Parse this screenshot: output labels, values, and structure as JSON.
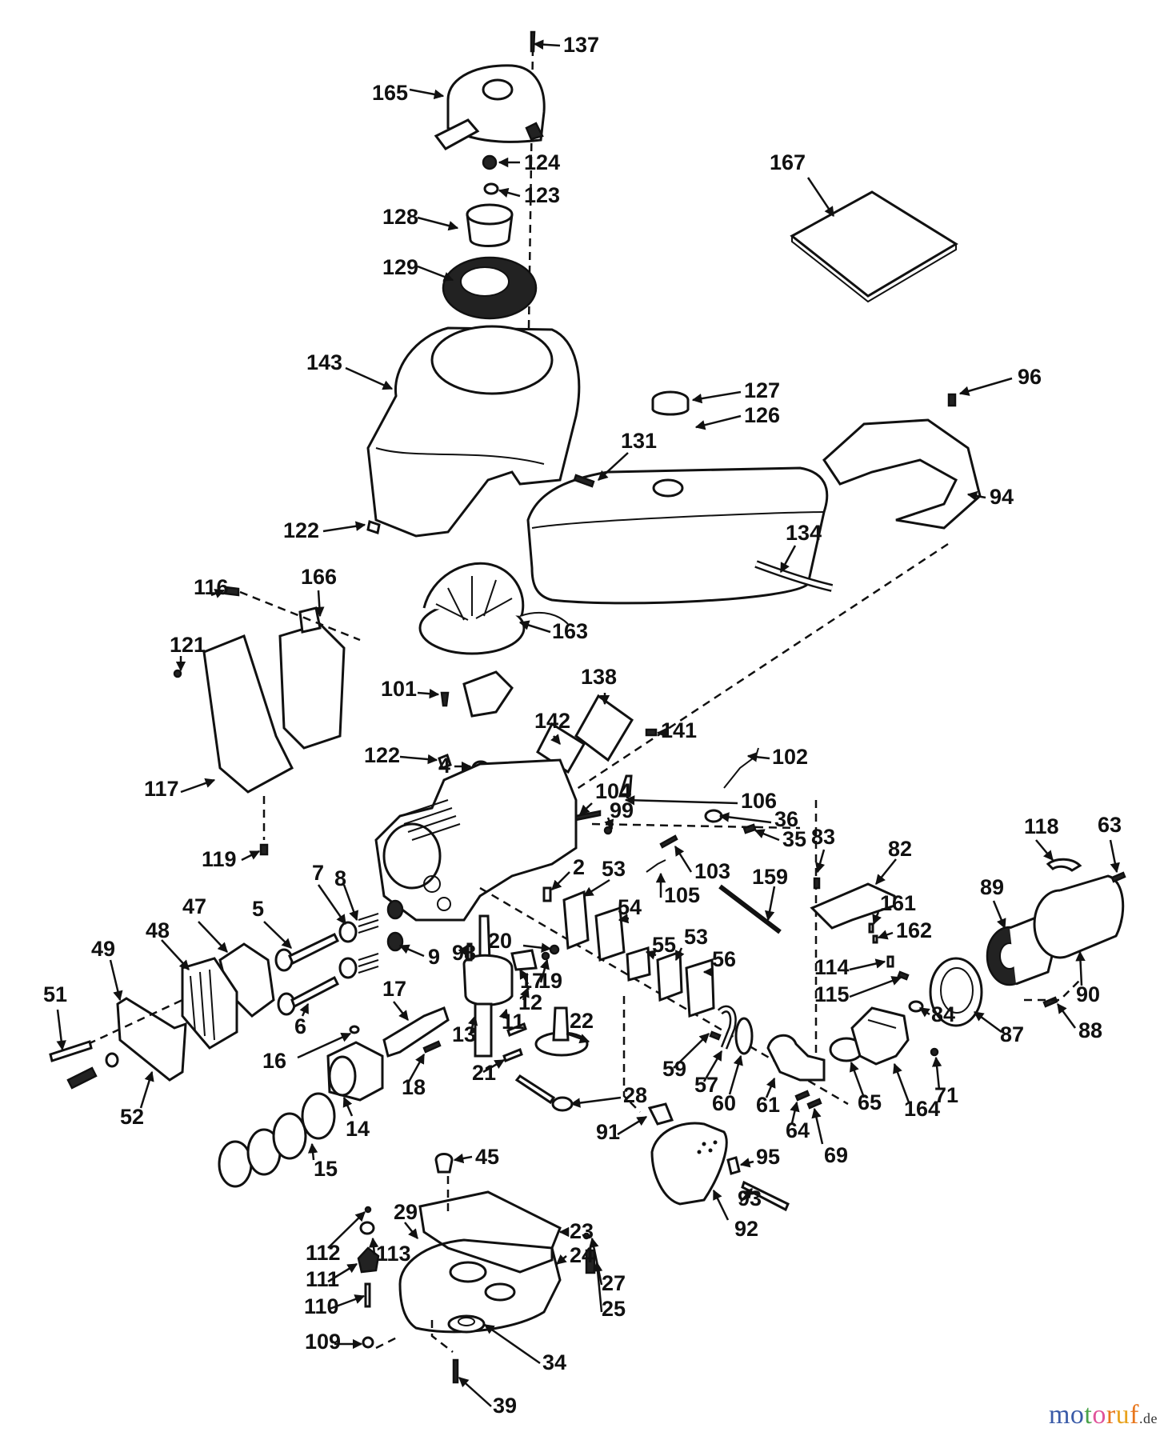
{
  "diagram": {
    "type": "exploded-parts-view",
    "subject": "small engine assembly",
    "part_numbers": [
      "137",
      "165",
      "124",
      "123",
      "128",
      "129",
      "167",
      "143",
      "127",
      "126",
      "96",
      "131",
      "94",
      "122",
      "134",
      "116",
      "166",
      "121",
      "163",
      "138",
      "101",
      "142",
      "141",
      "4",
      "102",
      "122",
      "117",
      "104",
      "106",
      "99",
      "36",
      "35",
      "119",
      "103",
      "2",
      "83",
      "82",
      "118",
      "63",
      "7",
      "8",
      "53",
      "5",
      "159",
      "161",
      "54",
      "47",
      "105",
      "89",
      "48",
      "55",
      "162",
      "9",
      "20",
      "53",
      "49",
      "56",
      "114",
      "98",
      "17",
      "19",
      "115",
      "51",
      "90",
      "12",
      "16",
      "11",
      "88",
      "84",
      "13",
      "22",
      "87",
      "6",
      "17",
      "59",
      "57",
      "60",
      "61",
      "64",
      "65",
      "164",
      "71",
      "18",
      "21",
      "52",
      "14",
      "28",
      "15",
      "91",
      "95",
      "69",
      "45",
      "93",
      "92",
      "23",
      "29",
      "24",
      "112",
      "113",
      "27",
      "111",
      "25",
      "110",
      "109",
      "34",
      "39"
    ],
    "callouts": {
      "c137": "137",
      "c165": "165",
      "c124": "124",
      "c123": "123",
      "c128": "128",
      "c129": "129",
      "c167": "167",
      "c143": "143",
      "c127": "127",
      "c126": "126",
      "c96": "96",
      "c131": "131",
      "c94": "94",
      "c122a": "122",
      "c134": "134",
      "c116": "116",
      "c166": "166",
      "c121": "121",
      "c163": "163",
      "c138": "138",
      "c101": "101",
      "c142": "142",
      "c141": "141",
      "c4": "4",
      "c102": "102",
      "c122b": "122",
      "c117": "117",
      "c104": "104",
      "c106": "106",
      "c99": "99",
      "c36": "36",
      "c35": "35",
      "c119": "119",
      "c103": "103",
      "c2": "2",
      "c83": "83",
      "c82": "82",
      "c118": "118",
      "c63": "63",
      "c7": "7",
      "c8": "8",
      "c53a": "53",
      "c5": "5",
      "c159": "159",
      "c161": "161",
      "c54": "54",
      "c47": "47",
      "c105": "105",
      "c89": "89",
      "c48": "48",
      "c55": "55",
      "c162": "162",
      "c9": "9",
      "c20": "20",
      "c53b": "53",
      "c49": "49",
      "c56": "56",
      "c114": "114",
      "c98": "98",
      "c17a": "17",
      "c19": "19",
      "c115": "115",
      "c51": "51",
      "c90": "90",
      "c12": "12",
      "c16": "16",
      "c11": "11",
      "c88": "88",
      "c84": "84",
      "c13": "13",
      "c22": "22",
      "c87": "87",
      "c6": "6",
      "c17b": "17",
      "c59": "59",
      "c57": "57",
      "c60": "60",
      "c61": "61",
      "c64": "64",
      "c65": "65",
      "c164": "164",
      "c71": "71",
      "c18": "18",
      "c21": "21",
      "c52": "52",
      "c14": "14",
      "c28": "28",
      "c15": "15",
      "c91": "91",
      "c95": "95",
      "c69": "69",
      "c45": "45",
      "c93": "93",
      "c92": "92",
      "c23": "23",
      "c29": "29",
      "c24": "24",
      "c112": "112",
      "c113": "113",
      "c27": "27",
      "c111": "111",
      "c25": "25",
      "c110": "110",
      "c109": "109",
      "c34": "34",
      "c39": "39"
    }
  },
  "watermark": {
    "letters": [
      "m",
      "o",
      "t",
      "o",
      "r",
      "u",
      "f"
    ],
    "colors": [
      "#3a5ba8",
      "#3a5ba8",
      "#4aa34a",
      "#e0539a",
      "#e8761c",
      "#e8a21c",
      "#e8761c"
    ],
    "tld": ".de"
  }
}
